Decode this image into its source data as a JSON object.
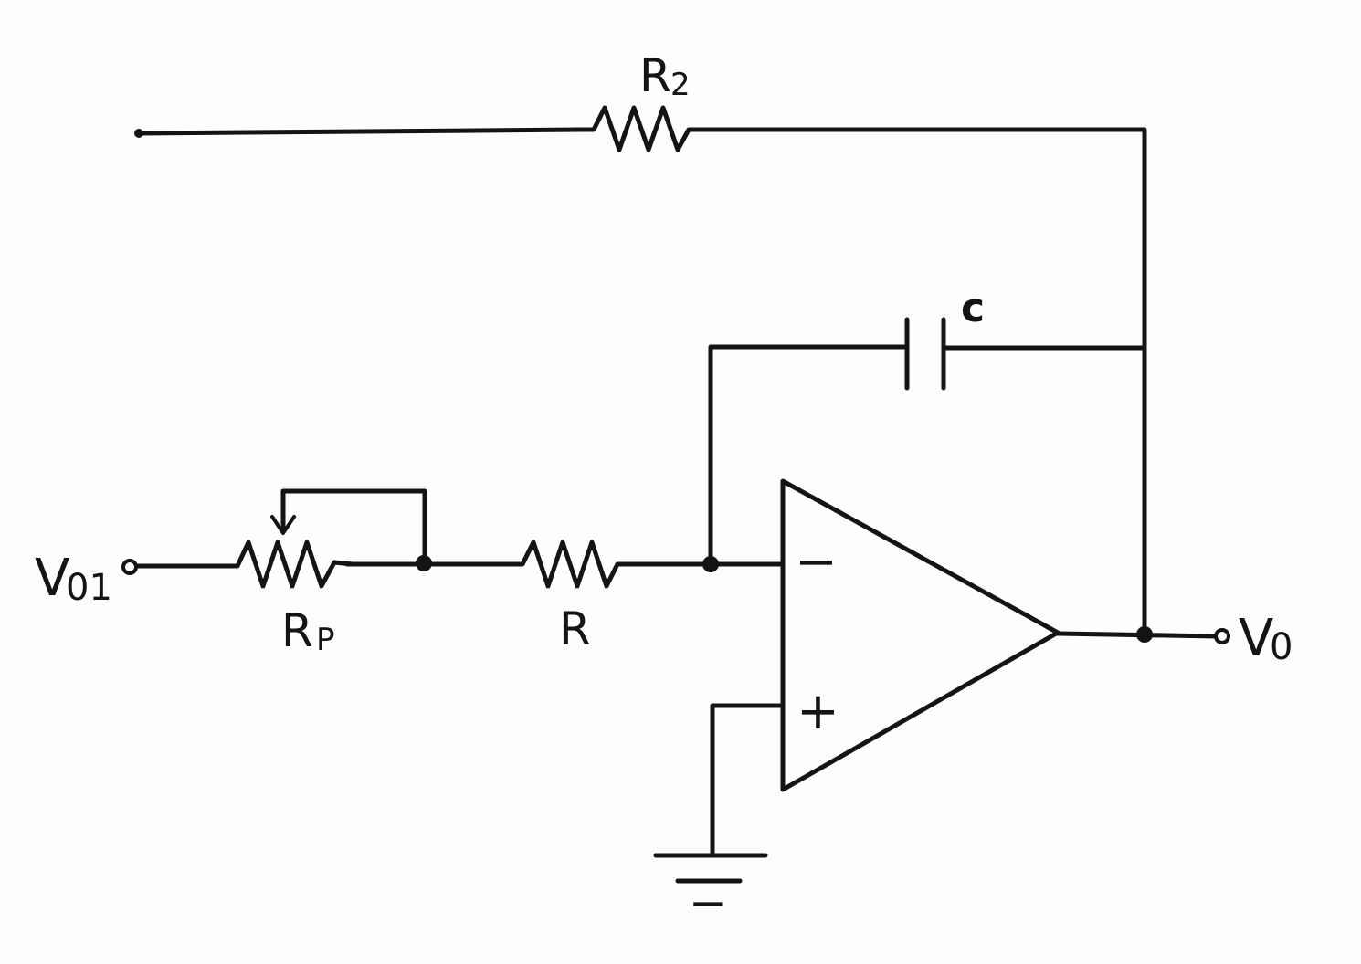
{
  "labels": {
    "r2": "R",
    "r2_sub": "2",
    "c": "c",
    "rp": "R",
    "rp_sub": "P",
    "r": "R",
    "vo1": "V",
    "vo1_sub": "01",
    "vo": "V",
    "vo_sub": "0",
    "minus": "−",
    "plus": "+",
    "ground_minus": "−"
  },
  "colors": {
    "ink": "#141414",
    "paper": "#fdfdfd"
  }
}
